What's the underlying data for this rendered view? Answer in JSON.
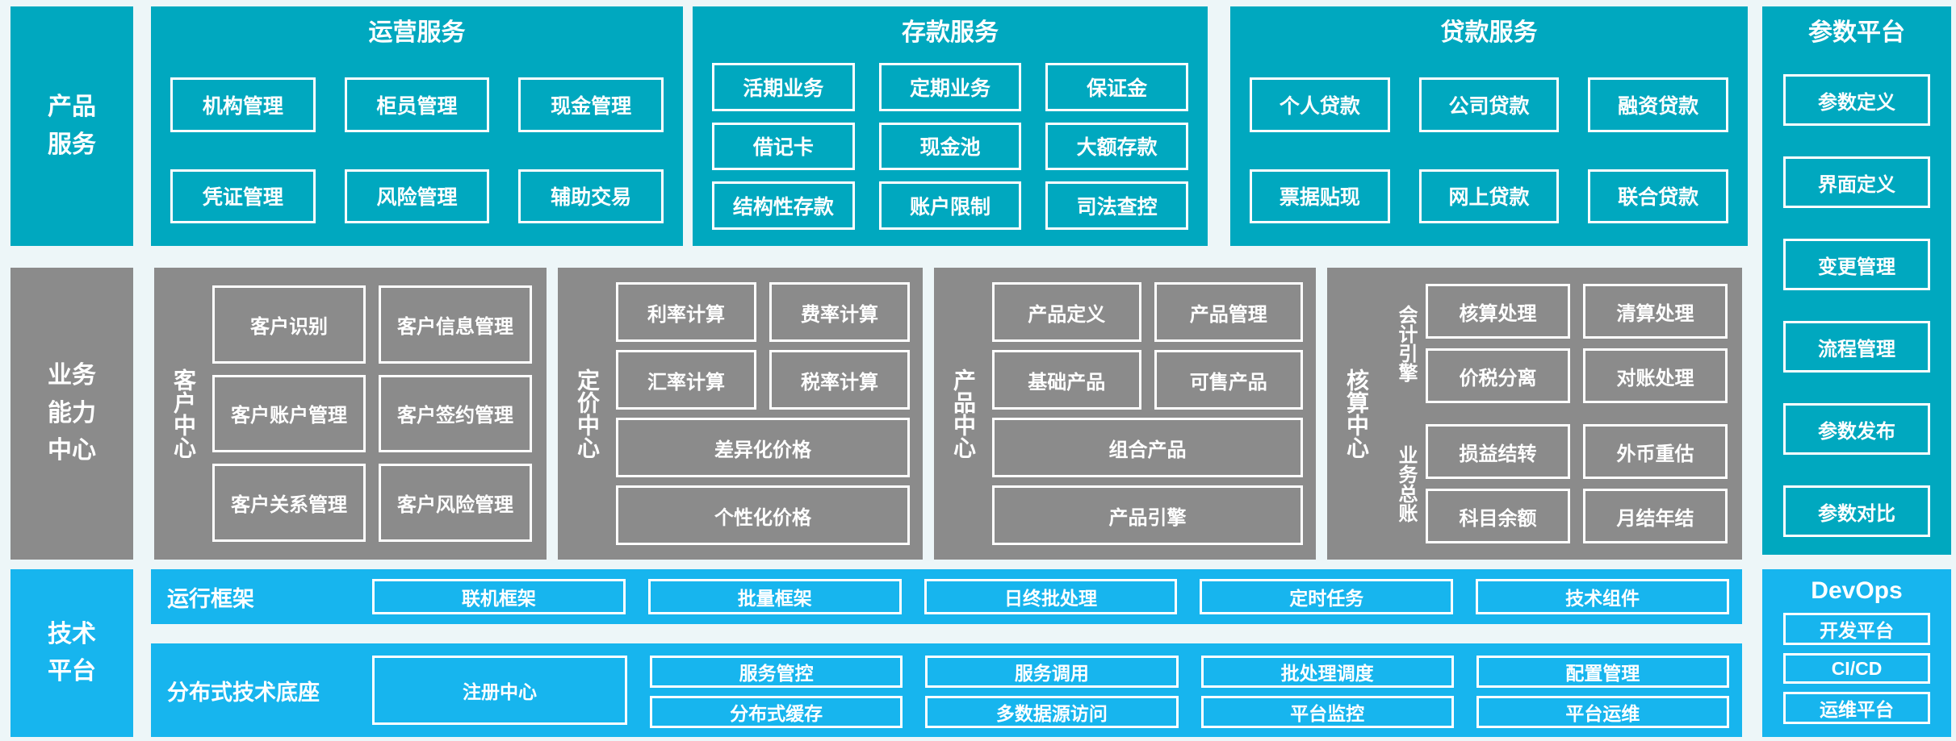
{
  "palette": {
    "teal": "#00a8bf",
    "gray": "#8b8b8b",
    "light_blue": "#17b5ee",
    "page_background": "#edf6f8",
    "box_border": "#ffffff"
  },
  "top_row": {
    "side_label": "产品\n服务",
    "operations": {
      "title": "运营服务",
      "items": [
        "机构管理",
        "柜员管理",
        "现金管理",
        "凭证管理",
        "风险管理",
        "辅助交易"
      ]
    },
    "deposit": {
      "title": "存款服务",
      "items": [
        "活期业务",
        "定期业务",
        "保证金",
        "借记卡",
        "现金池",
        "大额存款",
        "结构性存款",
        "账户限制",
        "司法查控"
      ]
    },
    "loan": {
      "title": "贷款服务",
      "items": [
        "个人贷款",
        "公司贷款",
        "融资贷款",
        "票据贴现",
        "网上贷款",
        "联合贷款"
      ]
    }
  },
  "param_platform": {
    "title": "参数平台",
    "items": [
      "参数定义",
      "界面定义",
      "变更管理",
      "流程管理",
      "参数发布",
      "参数对比"
    ]
  },
  "middle_row": {
    "side_label": "业务\n能力\n中心",
    "customer": {
      "label": "客户中心",
      "items": [
        "客户识别",
        "客户信息管理",
        "客户账户管理",
        "客户签约管理",
        "客户关系管理",
        "客户风险管理"
      ]
    },
    "pricing": {
      "label": "定价中心",
      "pairs": [
        "利率计算",
        "费率计算",
        "汇率计算",
        "税率计算"
      ],
      "wide": [
        "差异化价格",
        "个性化价格"
      ]
    },
    "product": {
      "label": "产品中心",
      "pairs": [
        "产品定义",
        "产品管理",
        "基础产品",
        "可售产品"
      ],
      "wide": [
        "组合产品",
        "产品引擎"
      ]
    },
    "accounting": {
      "label": "核算中心",
      "engine": {
        "label": "会计引擎",
        "items": [
          "核算处理",
          "清算处理",
          "价税分离",
          "对账处理"
        ]
      },
      "ledger": {
        "label": "业务总账",
        "items": [
          "损益结转",
          "外币重估",
          "科目余额",
          "月结年结"
        ]
      }
    }
  },
  "bottom_row": {
    "side_label": "技术\n平台",
    "runtime": {
      "label": "运行框架",
      "items": [
        "联机框架",
        "批量框架",
        "日终批处理",
        "定时任务",
        "技术组件"
      ]
    },
    "distributed": {
      "label": "分布式技术底座",
      "registry": "注册中心",
      "row1": [
        "服务管控",
        "服务调用",
        "批处理调度",
        "配置管理"
      ],
      "row2": [
        "分布式缓存",
        "多数据源访问",
        "平台监控",
        "平台运维"
      ]
    }
  },
  "devops": {
    "title": "DevOps",
    "items": [
      "开发平台",
      "CI/CD",
      "运维平台"
    ]
  }
}
